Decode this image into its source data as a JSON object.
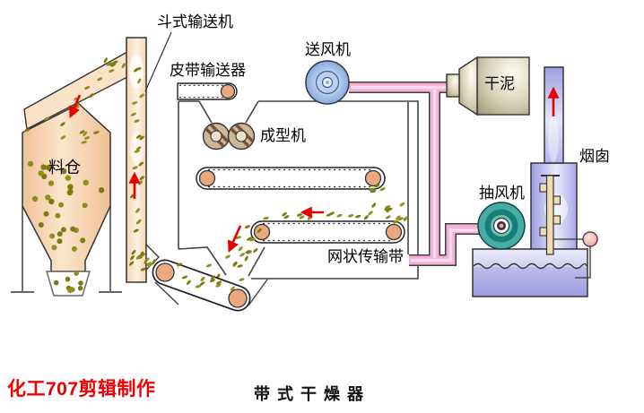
{
  "title": "带式干燥器",
  "credit": "化工707剪辑制作",
  "labels": {
    "bucket_conveyor": "斗式输送机",
    "belt_conveyor": "皮带输送器",
    "supply_fan": "送风机",
    "dry_mud": "干泥",
    "chimney": "烟囱",
    "exhaust_fan": "抽风机",
    "mesh_belt": "网状传输带",
    "forming_machine": "成型机",
    "silo": "料仓"
  },
  "colors": {
    "credit_red": "#ee0000",
    "arrow_red": "#e60000",
    "pipe_pink": "#f7b0d5",
    "particle_olive": "#8f8f1f",
    "supply_fan_blue": "#7fa3d8",
    "exhaust_fan_teal": "#46aca4",
    "chimney_purple": "#b6b6ee",
    "hopper_khaki": "#d6d0b4",
    "silo_peach": "#f6d5b4",
    "tank_lavender": "#a5a5e5"
  }
}
